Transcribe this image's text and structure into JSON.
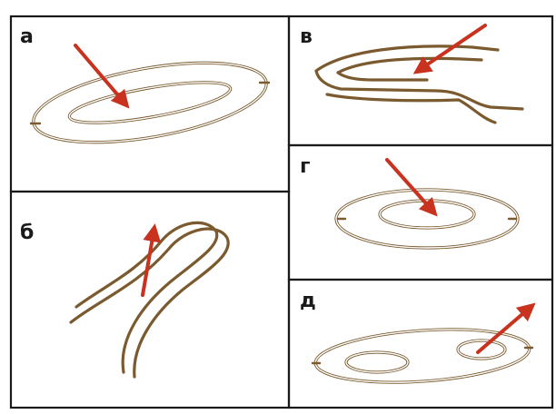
{
  "panels": [
    {
      "id": "a",
      "label": "а"
    },
    {
      "id": "b",
      "label": "б"
    },
    {
      "id": "v",
      "label": "в"
    },
    {
      "id": "g",
      "label": "г"
    },
    {
      "id": "d",
      "label": "д"
    }
  ],
  "colors": {
    "contour": "#7a5a2e",
    "arrow": "#c8321e",
    "frame": "#1a1a1a",
    "background": "#ffffff"
  },
  "icons": {
    "arrow": "red-arrow-icon",
    "contour": "double-line-contour"
  }
}
